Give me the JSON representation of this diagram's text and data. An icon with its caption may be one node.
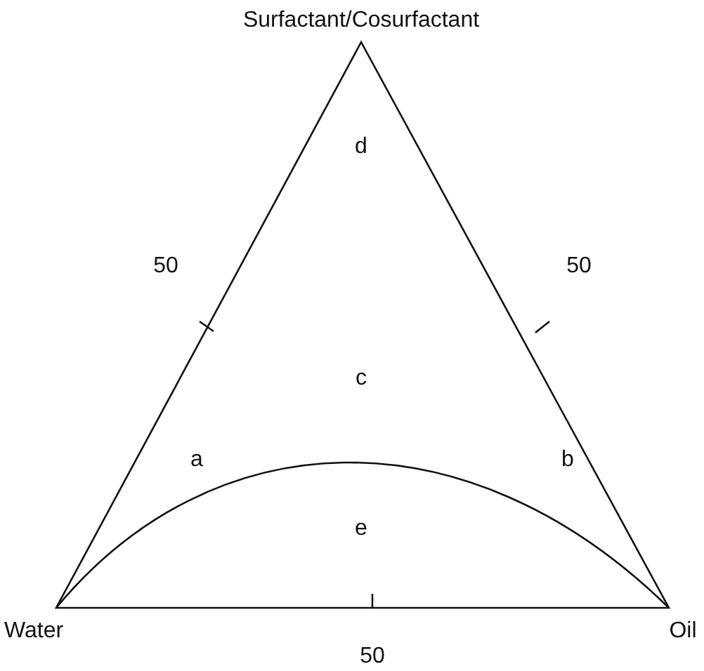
{
  "diagram": {
    "labels": [
      "Surfactant/Cosurfactant",
      "d",
      "50",
      "50",
      "c",
      "a",
      "b",
      "e",
      "Water",
      "Oil",
      "50"
    ]
  }
}
